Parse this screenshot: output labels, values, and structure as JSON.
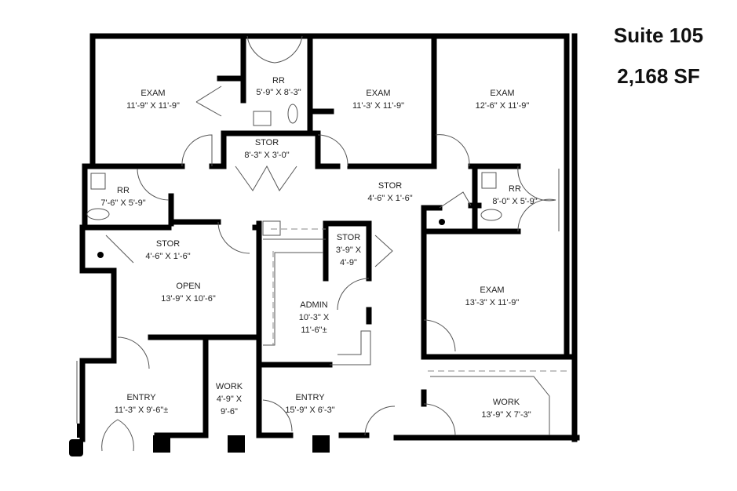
{
  "suite": {
    "name": "Suite 105",
    "area": "2,168 SF"
  },
  "rooms": [
    {
      "name": "EXAM",
      "dims": [
        "11'-9\" X 11'-9\""
      ]
    },
    {
      "name": "RR",
      "dims": [
        "5'-9\" X 8'-3\""
      ]
    },
    {
      "name": "EXAM",
      "dims": [
        "11'-3' X 11'-9\""
      ]
    },
    {
      "name": "EXAM",
      "dims": [
        "12'-6\" X 11'-9\""
      ]
    },
    {
      "name": "STOR",
      "dims": [
        "8'-3\" X 3'-0\""
      ]
    },
    {
      "name": "RR",
      "dims": [
        "7'-6\" X 5'-9\""
      ]
    },
    {
      "name": "STOR",
      "dims": [
        "4'-6\" X 1'-6\""
      ]
    },
    {
      "name": "RR",
      "dims": [
        "8'-0\" X 5'-9\""
      ]
    },
    {
      "name": "STOR",
      "dims": [
        "4'-6\" X 1'-6\""
      ]
    },
    {
      "name": "STOR",
      "dims": [
        "3'-9\" X",
        "4'-9\""
      ]
    },
    {
      "name": "OPEN",
      "dims": [
        "13'-9\" X 10'-6\""
      ]
    },
    {
      "name": "ADMIN",
      "dims": [
        "10'-3\" X",
        "11'-6\"±"
      ]
    },
    {
      "name": "EXAM",
      "dims": [
        "13'-3\" X 11'-9\""
      ]
    },
    {
      "name": "ENTRY",
      "dims": [
        "11'-3\" X 9'-6\"±"
      ]
    },
    {
      "name": "WORK",
      "dims": [
        "4'-9\" X",
        "9'-6\""
      ]
    },
    {
      "name": "ENTRY",
      "dims": [
        "15'-9\" X 6'-3\""
      ]
    },
    {
      "name": "WORK",
      "dims": [
        "13'-9\" X 7'-3\""
      ]
    }
  ]
}
